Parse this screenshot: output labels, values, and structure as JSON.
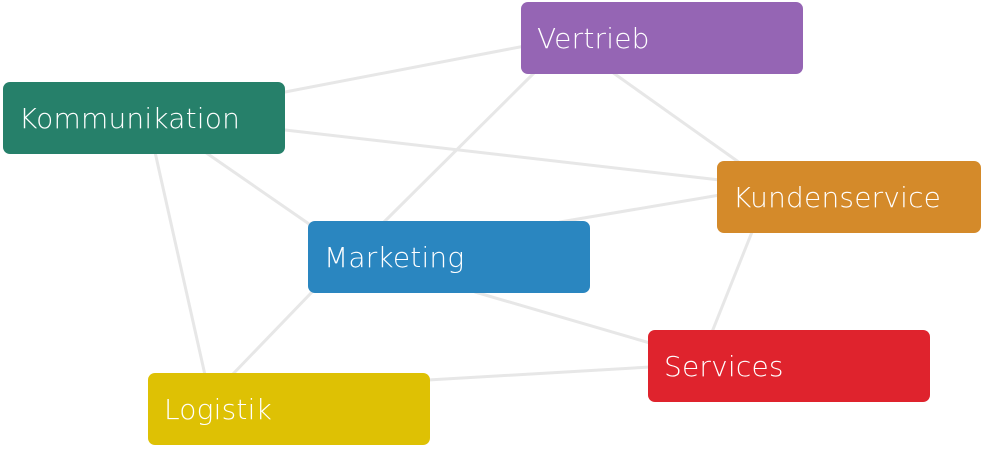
{
  "diagram": {
    "nodes": [
      {
        "id": "vertrieb",
        "label": "Vertrieb",
        "color": "#9565b4"
      },
      {
        "id": "kommunikation",
        "label": "Kommunikation",
        "color": "#26806a"
      },
      {
        "id": "kundenservice",
        "label": "Kundenservice",
        "color": "#d48a2a"
      },
      {
        "id": "marketing",
        "label": "Marketing",
        "color": "#2a86c0"
      },
      {
        "id": "services",
        "label": "Services",
        "color": "#df232d"
      },
      {
        "id": "logistik",
        "label": "Logistik",
        "color": "#dec104"
      }
    ],
    "edges": [
      [
        "kommunikation",
        "vertrieb"
      ],
      [
        "kommunikation",
        "kundenservice"
      ],
      [
        "kommunikation",
        "marketing"
      ],
      [
        "kommunikation",
        "logistik"
      ],
      [
        "vertrieb",
        "marketing"
      ],
      [
        "vertrieb",
        "kundenservice"
      ],
      [
        "marketing",
        "kundenservice"
      ],
      [
        "marketing",
        "services"
      ],
      [
        "marketing",
        "logistik"
      ],
      [
        "kundenservice",
        "services"
      ],
      [
        "services",
        "logistik"
      ]
    ],
    "edge_color": "#e7e7e7"
  }
}
